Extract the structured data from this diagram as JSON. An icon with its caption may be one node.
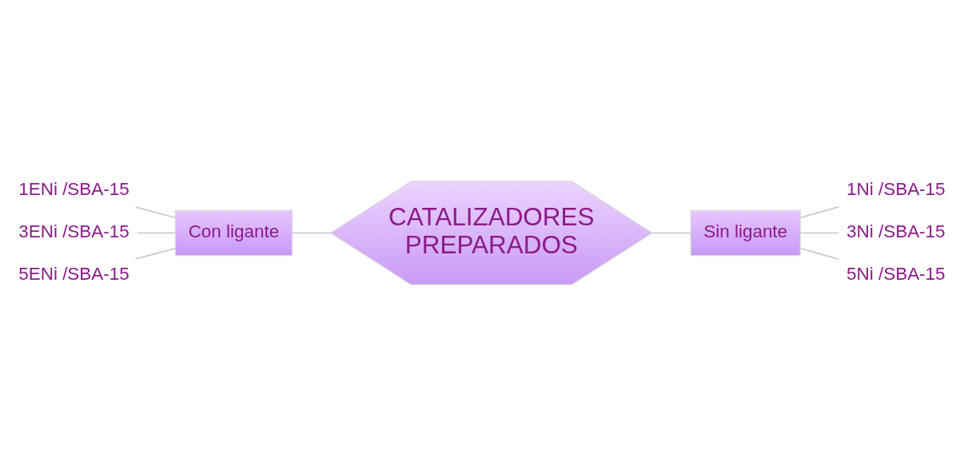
{
  "diagram": {
    "nodes": [
      {
        "text": [
          "CATALIZADORES PREPARADOS"
        ]
      },
      {
        "text": [
          "Sin ligante"
        ]
      },
      {
        "text": [
          "1Ni /SBA-15"
        ]
      },
      {
        "text": [
          "3Ni /SBA-15"
        ]
      },
      {
        "text": [
          "5Ni /SBA-15"
        ]
      },
      {
        "text": [
          "Con ligante"
        ]
      },
      {
        "text": [
          "1ENi /SBA-15"
        ]
      },
      {
        "text": [
          "3ENi /SBA-15"
        ]
      },
      {
        "text": [
          "5ENi /SBA-15"
        ]
      }
    ],
    "edges": [
      {
        "from": 0,
        "to": 1,
        "arrow": "none"
      },
      {
        "from": 1,
        "to": 2,
        "arrow": "none"
      },
      {
        "from": 1,
        "to": 3,
        "arrow": "none"
      },
      {
        "from": 1,
        "to": 4,
        "arrow": "none"
      },
      {
        "from": 0,
        "to": 5,
        "arrow": "none"
      },
      {
        "from": 5,
        "to": 6,
        "arrow": "none"
      },
      {
        "from": 5,
        "to": 7,
        "arrow": "none"
      },
      {
        "from": 5,
        "to": 8,
        "arrow": "none"
      }
    ]
  }
}
